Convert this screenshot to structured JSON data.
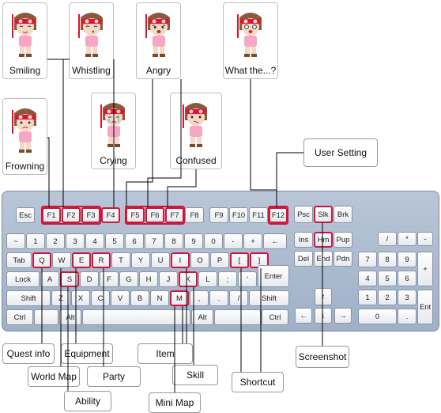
{
  "expressions": [
    {
      "id": "smiling",
      "label": "Smiling",
      "mood": "smile"
    },
    {
      "id": "whistling",
      "label": "Whistling",
      "mood": "whistle"
    },
    {
      "id": "angry",
      "label": "Angry",
      "mood": "angry"
    },
    {
      "id": "whatthe",
      "label": "What the...?",
      "mood": "shock"
    },
    {
      "id": "frowning",
      "label": "Frowning",
      "mood": "frown"
    },
    {
      "id": "crying",
      "label": "Crying",
      "mood": "cry"
    },
    {
      "id": "confused",
      "label": "Confused",
      "mood": "confused"
    }
  ],
  "callouts": {
    "user_setting": "User Setting",
    "quest_info": "Quest info",
    "world_map": "World Map",
    "equipment": "Equipment",
    "party": "Party",
    "ability": "Ability",
    "item": "Item",
    "skill": "Skill",
    "mini_map": "Mini Map",
    "shortcut": "Shortcut",
    "screenshot": "Screenshot"
  },
  "keys": {
    "esc": "Esc",
    "f1": "F1",
    "f2": "F2",
    "f3": "F3",
    "f4": "F4",
    "f5": "F5",
    "f6": "F6",
    "f7": "F7",
    "f8": "F8",
    "f9": "F9",
    "f10": "F10",
    "f11": "F11",
    "f12": "F12",
    "psc": "Psc",
    "slk": "Slk",
    "brk": "Brk",
    "tilde": "~",
    "n1": "1",
    "n2": "2",
    "n3": "3",
    "n4": "4",
    "n5": "5",
    "n6": "6",
    "n7": "7",
    "n8": "8",
    "n9": "9",
    "n0": "0",
    "minus": "-",
    "plus": "+",
    "backspace": "←",
    "ins": "Ins",
    "hm": "Hm",
    "pup": "Pup",
    "del": "Del",
    "end": "End",
    "pdn": "Pdn",
    "tab": "Tab",
    "q": "Q",
    "w": "W",
    "e": "E",
    "r": "R",
    "t": "T",
    "y": "Y",
    "u": "U",
    "i": "I",
    "o": "O",
    "p": "P",
    "lbracket": "[",
    "rbracket": "]",
    "lock": "Lock",
    "a": "A",
    "s": "S",
    "d": "D",
    "f": "F",
    "g": "G",
    "h": "H",
    "j": "J",
    "k": "K",
    "l": "L",
    "semicolon": ";",
    "quote": "'",
    "enter": "Enter",
    "shift": "Shift",
    "z": "Z",
    "x": "X",
    "c": "C",
    "v": "V",
    "b": "B",
    "n": "N",
    "m": "M",
    "comma": ",",
    "period": ".",
    "slash": "/",
    "rshift": "Shift",
    "ctrl": "Ctrl",
    "alt": "Alt",
    "ralt": "Alt",
    "rctrl": "Ctrl",
    "up": "↑",
    "left": "←",
    "down": "↓",
    "right": "→",
    "np_slash": "/",
    "np_star": "*",
    "np_minus": "-",
    "np7": "7",
    "np8": "8",
    "np9": "9",
    "np_plus": "+",
    "np4": "4",
    "np5": "5",
    "np6": "6",
    "np1": "1",
    "np2": "2",
    "np3": "3",
    "np_ent": "Ent",
    "np0": "0",
    "np_dot": "."
  },
  "colors": {
    "highlight": "#d4143a",
    "line": "#000000",
    "keyboard": "#a9b8cd"
  }
}
